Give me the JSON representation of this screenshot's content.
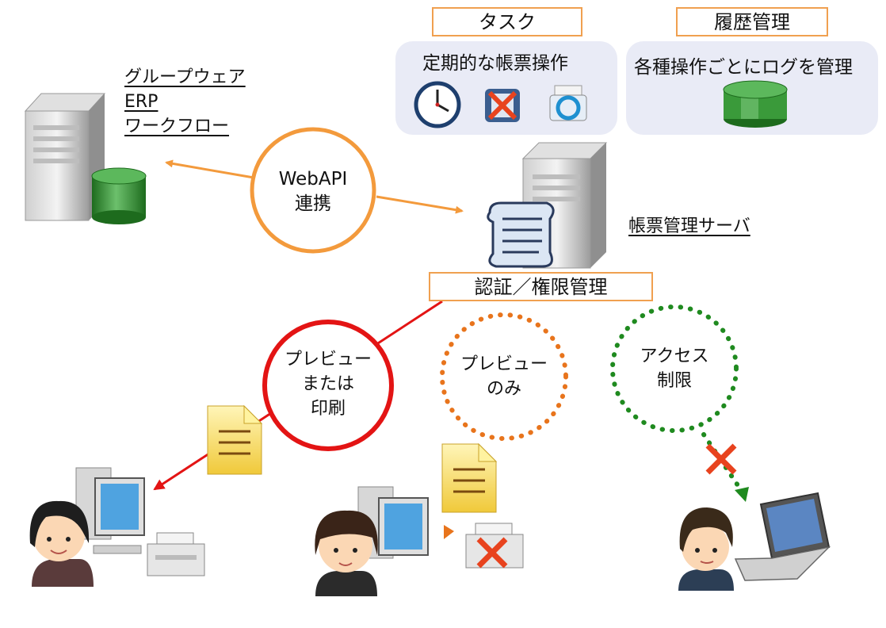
{
  "task_tag": "タスク",
  "history_tag": "履歴管理",
  "task_panel_title": "定期的な帳票操作",
  "history_panel_title": "各種操作ごとにログを管理",
  "groupware_labels": [
    "グループウェア",
    "ERP",
    "ワークフロー"
  ],
  "webapi_label": "WebAPI\n連携",
  "server_label": "帳票管理サーバ",
  "auth_tag": "認証／権限管理",
  "preview_print_label": "プレビュー\nまたは\n印刷",
  "preview_only_label": "プレビュー\nのみ",
  "access_limit_label": "アクセス\n制限",
  "colors": {
    "accent_orange": "#f39a3c",
    "red": "#e31414",
    "dark_orange": "#e8741c",
    "green": "#1f8a1f",
    "panel_bg": "#e9ebf6",
    "db_green": "#2e8b2e"
  }
}
